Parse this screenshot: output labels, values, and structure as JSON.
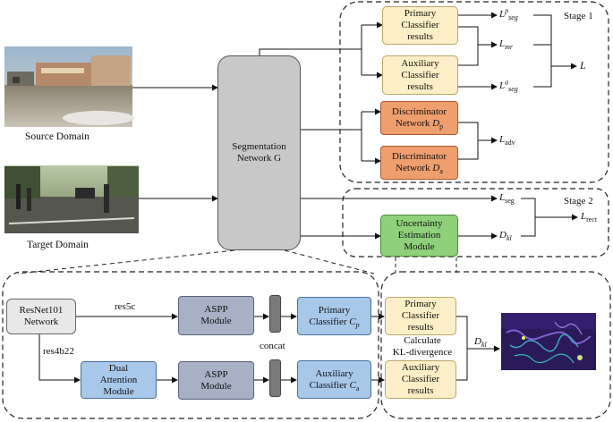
{
  "inputs": {
    "source_label": "Source Domain",
    "target_label": "Target Domain"
  },
  "network_g": {
    "line1": "Segmentation",
    "line2": "Network G"
  },
  "stage1": {
    "label": "Stage 1",
    "primary": [
      "Primary",
      "Classifier",
      "results"
    ],
    "auxiliary": [
      "Auxiliary",
      "Classifier",
      "results"
    ],
    "disc_p": {
      "line1": "Discriminator",
      "line2_text": "Network",
      "line2_var": "D",
      "line2_sub": "p"
    },
    "disc_a": {
      "line1": "Discriminator",
      "line2_text": "Network",
      "line2_var": "D",
      "line2_sub": "a"
    },
    "loss_seg_p": {
      "base": "L",
      "sup": "p",
      "sub": "seg"
    },
    "loss_mr": {
      "base": "L",
      "sub": "mr"
    },
    "loss_seg_a": {
      "base": "L",
      "sup": "a",
      "sub": "seg"
    },
    "loss_total": "L",
    "loss_adv": {
      "base": "L",
      "sub": "adv"
    }
  },
  "stage2": {
    "label": "Stage 2",
    "uncertainty": [
      "Uncertainty",
      "Estimation",
      "Module"
    ],
    "loss_seg": {
      "base": "L",
      "sub": "seg"
    },
    "loss_kl": {
      "base": "D",
      "sub": "kl"
    },
    "loss_rect": {
      "base": "L",
      "sub": "rect"
    }
  },
  "detail": {
    "resnet": [
      "ResNet101",
      "Network"
    ],
    "res5c": "res5c",
    "res4b22": "res4b22",
    "aspp_top": [
      "ASPP",
      "Module"
    ],
    "aspp_bottom": [
      "ASPP",
      "Module"
    ],
    "dual_attention": [
      "Dual",
      "Attention",
      "Module"
    ],
    "concat": "concat",
    "primary_cls": {
      "line1": "Primary",
      "line2_text": "Classifier",
      "var": "C",
      "sub": "p"
    },
    "auxiliary_cls": {
      "line1": "Auxiliary",
      "line2_text": "Classifier",
      "var": "C",
      "sub": "a"
    }
  },
  "kl_panel": {
    "primary": [
      "Primary",
      "Classifier",
      "results"
    ],
    "auxiliary": [
      "Auxiliary",
      "Classifier",
      "results"
    ],
    "calc": [
      "Calculate",
      "KL-divergence"
    ],
    "dkl": {
      "base": "D",
      "sub": "kl"
    }
  },
  "colors": {
    "yellow": "#fcefc7",
    "orange": "#ef9e6e",
    "green": "#8fd17a",
    "gray": "#c8c8c8",
    "blue": "#a8c8ea",
    "slate": "#a7b0c4"
  }
}
